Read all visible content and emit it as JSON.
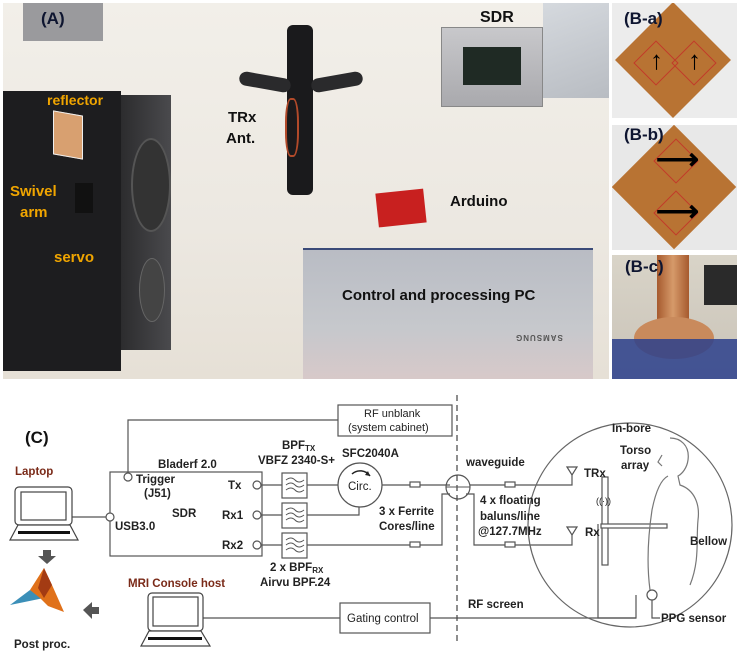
{
  "panel_a": {
    "tag": "(A)",
    "labels": {
      "sdr": "SDR",
      "reflector": "reflector",
      "trx_ant_line1": "TRx",
      "trx_ant_line2": "Ant.",
      "swivel_line1": "Swivel",
      "swivel_line2": "arm",
      "servo": "servo",
      "arduino": "Arduino",
      "pc": "Control and processing PC",
      "laptop_brand": "SAMSUNG"
    }
  },
  "panel_b": {
    "a_tag": "(B-a)",
    "b_tag": "(B-b)",
    "c_tag": "(B-c)"
  },
  "panel_c": {
    "tag": "(C)",
    "laptop": "Laptop",
    "post_proc": "Post proc.",
    "sdr_title": "Bladerf 2.0",
    "sdr_label": "SDR",
    "trigger_line1": "Trigger",
    "trigger_line2": "(J51)",
    "usb": "USB3.0",
    "port_tx": "Tx",
    "port_rx1": "Rx1",
    "port_rx2": "Rx2",
    "rf_unblank_line1": "RF unblank",
    "rf_unblank_line2": "(system cabinet)",
    "bpf_tx_main": "BPF",
    "bpf_tx_sub": "TX",
    "bpf_tx_part": "VBFZ 2340-S+",
    "circulator_part": "SFC2040A",
    "circulator": "Circ.",
    "bpf_rx_main": "2 x BPF",
    "bpf_rx_sub": "RX",
    "bpf_rx_part": "Airvu BPF.24",
    "ferrite_line1": "3 x Ferrite",
    "ferrite_line2": "Cores/line",
    "waveguide": "waveguide",
    "baluns_line1": "4 x floating",
    "baluns_line2": "baluns/line",
    "baluns_line3": "@127.7MHz",
    "in_bore": "In-bore",
    "torso_line1": "Torso",
    "torso_line2": "array",
    "trx": "TRx",
    "rx": "Rx",
    "wireless": "((·))",
    "bellow": "Bellow",
    "mri_console": "MRI Console host",
    "gating": "Gating control",
    "rf_screen": "RF screen",
    "ppg": "PPG sensor"
  },
  "colors": {
    "photo_label_gold": "#f0a500",
    "diagram_title_brown": "#7a2a18",
    "line": "#555555",
    "copper": "#b87333"
  }
}
